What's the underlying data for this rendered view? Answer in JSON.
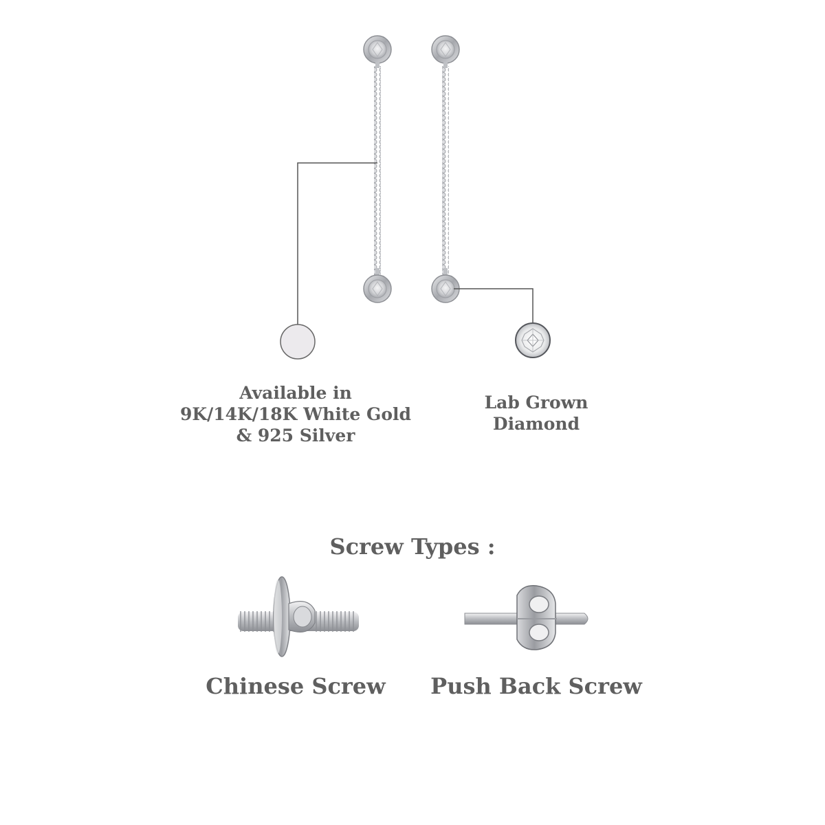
{
  "callouts": {
    "metal": {
      "lines": [
        "Available in",
        "9K/14K/18K White Gold",
        "& 925 Silver"
      ],
      "swatch_color": "#eceaed"
    },
    "stone": {
      "lines": [
        "Lab Grown",
        "Diamond"
      ],
      "icon": "round-diamond-icon"
    }
  },
  "screw_types": {
    "title": "Screw Types :",
    "items": [
      {
        "label": "Chinese Screw",
        "icon": "chinese-screw-icon"
      },
      {
        "label": "Push Back Screw",
        "icon": "push-back-screw-icon"
      }
    ]
  },
  "colors": {
    "text": "#5f5f5f",
    "leader_line": "#555555",
    "metal": "#c8cacd"
  }
}
